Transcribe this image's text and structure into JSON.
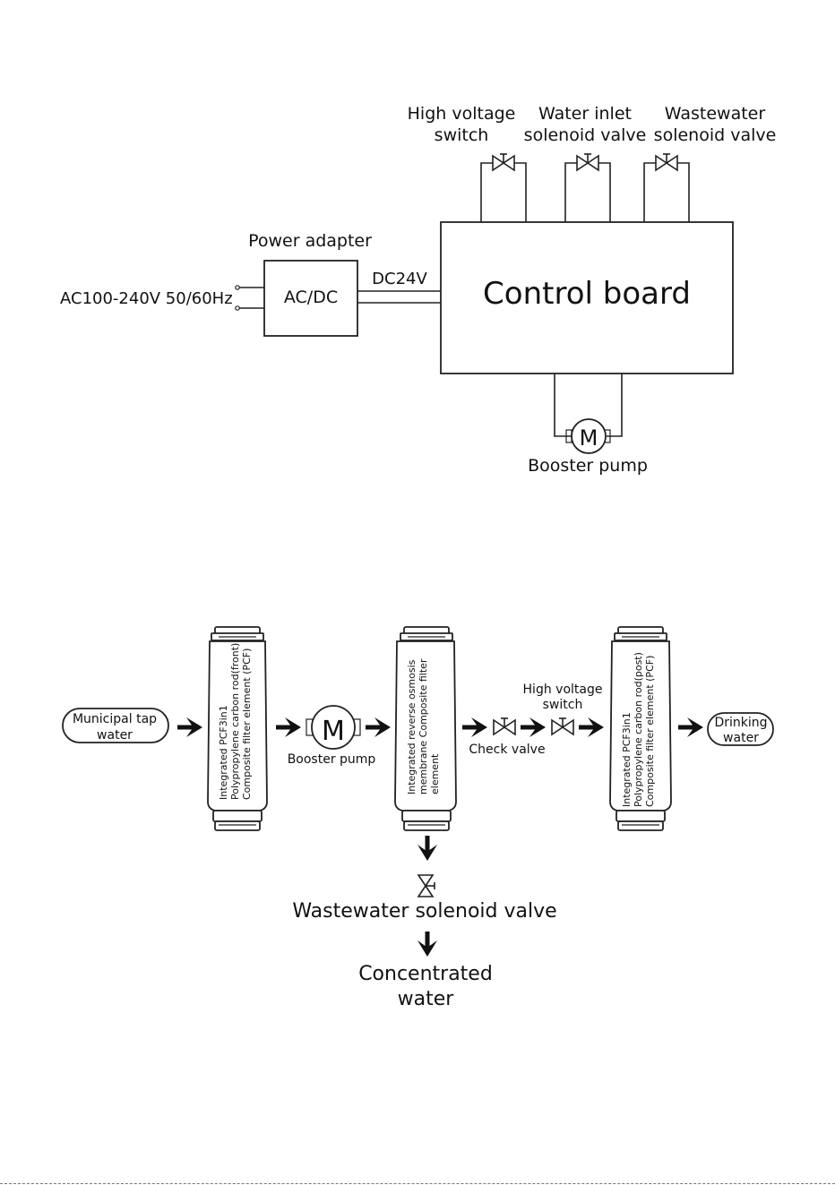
{
  "wiring": {
    "high_voltage_switch": [
      "High voltage",
      "switch"
    ],
    "water_inlet_valve": [
      "Water inlet",
      "solenoid valve"
    ],
    "wastewater_valve": [
      "Wastewater",
      "solenoid valve"
    ],
    "power_adapter": "Power adapter",
    "ac_input": "AC100-240V 50/60Hz",
    "acdc": "AC/DC",
    "dc": "DC24V",
    "control_board": "Control board",
    "booster_pump": "Booster pump",
    "motor_symbol": "M"
  },
  "flow": {
    "municipal": [
      "Municipal tap",
      "water"
    ],
    "filter1": [
      "Integrated PCF3in1",
      "Polypropylene carbon rod(front)",
      "Composite filter element  (PCF)"
    ],
    "booster_pump": "Booster pump",
    "motor_symbol": "M",
    "filter2": [
      "Integrated reverse osmosis",
      "membrane Composite filter",
      "element"
    ],
    "check_valve": "Check valve",
    "high_voltage_switch": [
      "High voltage",
      "switch"
    ],
    "filter3": [
      "Integrated PCF3in1",
      "Polypropylene carbon rod(post)",
      "Composite filter element  (PCF)"
    ],
    "drinking": [
      "Drinking",
      "water"
    ],
    "wastewater_valve": "Wastewater solenoid valve",
    "concentrated": [
      "Concentrated",
      "water"
    ]
  }
}
